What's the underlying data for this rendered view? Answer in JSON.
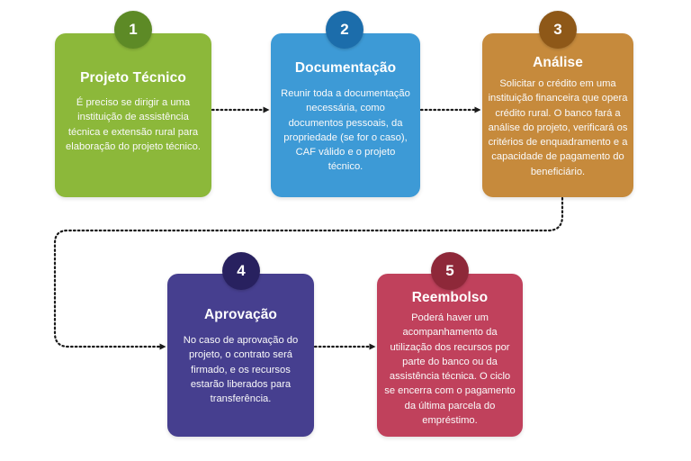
{
  "steps": [
    {
      "number": "1",
      "title": "Projeto Técnico",
      "text": "É preciso se dirigir a uma instituição de assistência técnica e extensão rural para elaboração do projeto técnico.",
      "color": "#8cb83a",
      "badge_color": "#5d8a26"
    },
    {
      "number": "2",
      "title": "Documentação",
      "text": "Reunir toda a documentação necessária, como documentos pessoais, da propriedade (se for o caso), CAF válido e o projeto técnico.",
      "color": "#3d9ad6",
      "badge_color": "#1c6dab"
    },
    {
      "number": "3",
      "title": "Análise",
      "text": "Solicitar o crédito em uma instituição financeira que opera crédito rural. O banco fará a análise do projeto, verificará os critérios de enquadramento e a capacidade de pagamento do beneficiário.",
      "color": "#c68a3c",
      "badge_color": "#8e5818"
    },
    {
      "number": "4",
      "title": "Aprovação",
      "text": "No caso de aprovação do projeto, o contrato será firmado, e os recursos estarão liberados para transferência.",
      "color": "#463f8f",
      "badge_color": "#28215f"
    },
    {
      "number": "5",
      "title": "Reembolso",
      "text": "Poderá haver um acompanhamento da utilização dos recursos por parte do banco ou da assistência técnica. O ciclo se encerra com o pagamento da última parcela do empréstimo.",
      "color": "#c0415c",
      "badge_color": "#8e2839"
    }
  ],
  "connector_color": "#1a1a1a"
}
